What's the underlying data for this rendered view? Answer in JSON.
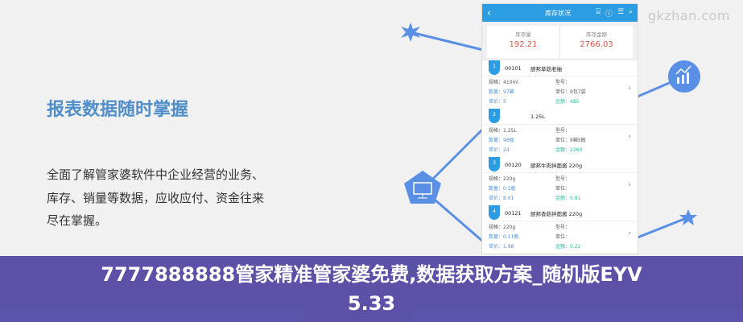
{
  "watermark": "gkzhan.com",
  "promo": {
    "heading": "报表数据随时掌握",
    "lines": [
      "全面了解管家婆软件中企业经营的业务、",
      "库存、销量等数据，应收应付、资金往来",
      "尽在掌握。"
    ]
  },
  "banner": {
    "line1": "7777888888管家精准管家婆免费,数据获取方案_随机版EYV",
    "line2": "5.33"
  },
  "phone": {
    "header": {
      "back": "‹",
      "title": "库存状况",
      "icons": [
        "⌸",
        "ⓘ",
        "☰",
        "⌕"
      ]
    },
    "summary": [
      {
        "label": "库存量",
        "value": "192.21"
      },
      {
        "label": "库存金额",
        "value": "2766.03"
      }
    ],
    "items": [
      {
        "no": "1",
        "code": "00101",
        "name": "厨邦草菇老抽",
        "rows": [
          [
            "规格：410ml",
            "型号："
          ],
          [
            "数量：97箱",
            "单位：9包7袋"
          ],
          [
            "单价：5",
            "金额：485"
          ]
        ]
      },
      {
        "no": "2",
        "code": "",
        "name": "1.25L",
        "rows": [
          [
            "规格：1.25L",
            "型号："
          ],
          [
            "数量：96瓶",
            "单位：9箱5瓶"
          ],
          [
            "单价：24",
            "金额：2260"
          ]
        ]
      },
      {
        "no": "3",
        "code": "00120",
        "name": "厨邦牛肉拌面酱 220g",
        "rows": [
          [
            "规格：220g",
            "型号："
          ],
          [
            "数量：0.1瓶",
            "单位："
          ],
          [
            "单价：8.01",
            "金额：0.81"
          ]
        ]
      },
      {
        "no": "4",
        "code": "00121",
        "name": "厨邦香菇拌面酱 220g",
        "rows": [
          [
            "规格：220g",
            "型号："
          ],
          [
            "数量：0.11瓶",
            "单位："
          ],
          [
            "单价：1.98",
            "金额：0.22"
          ]
        ]
      }
    ],
    "chevron": "›"
  },
  "colors": {
    "accent": "#2c9de3",
    "banner": "#5046a3",
    "deco": "#5a8fe6"
  }
}
